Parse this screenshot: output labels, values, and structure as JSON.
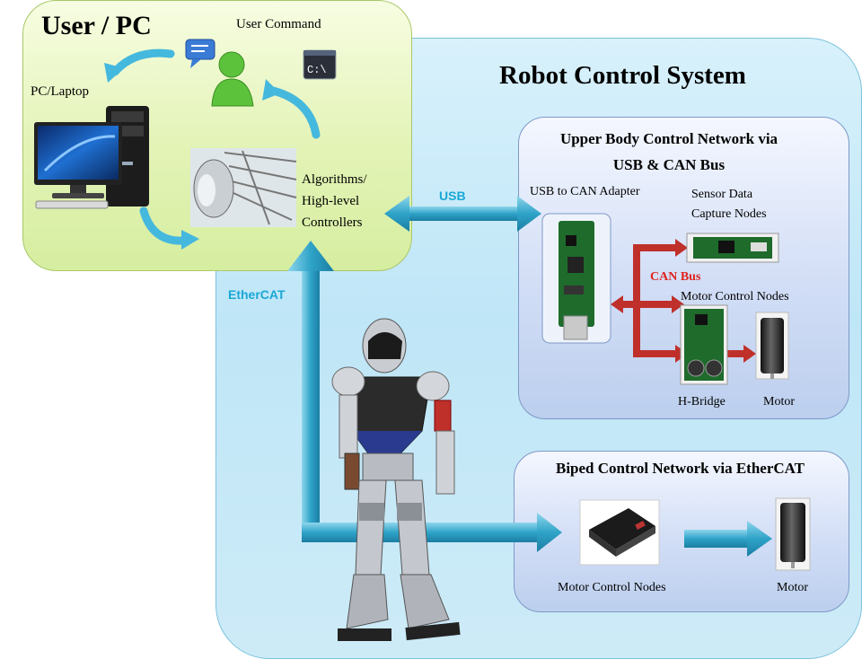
{
  "user_pc": {
    "title": "User / PC",
    "user_command": "User Command",
    "pc_laptop": "PC/Laptop",
    "algorithms": [
      "Algorithms/",
      "High-level",
      "Controllers"
    ]
  },
  "robot_system": {
    "title": "Robot Control System",
    "usb_label": "USB",
    "ethercat_label": "EtherCAT"
  },
  "upper_body": {
    "title": [
      "Upper Body Control Network via",
      "USB & CAN Bus"
    ],
    "usb_can_adapter": "USB to CAN Adapter",
    "sensor_nodes": [
      "Sensor Data",
      "Capture Nodes"
    ],
    "can_bus": "CAN Bus",
    "motor_control_nodes": "Motor Control Nodes",
    "h_bridge": "H-Bridge",
    "motor": "Motor"
  },
  "biped": {
    "title": "Biped Control Network via EtherCAT",
    "motor_control_nodes": "Motor Control Nodes",
    "motor": "Motor"
  },
  "colors": {
    "blue_arrow": "#2fa3c8",
    "red_arrow": "#c0302b",
    "can_bus_text": "#e0231f",
    "usb_text": "#1aa7d6"
  },
  "icons": [
    "chat-bubble-icon",
    "user-icon",
    "command-prompt-icon",
    "desktop-pc-icon",
    "robot-head-icon",
    "usb-can-adapter-board",
    "sensor-board",
    "motor-control-board",
    "motor-icon",
    "ethercat-driver-box",
    "humanoid-robot"
  ]
}
